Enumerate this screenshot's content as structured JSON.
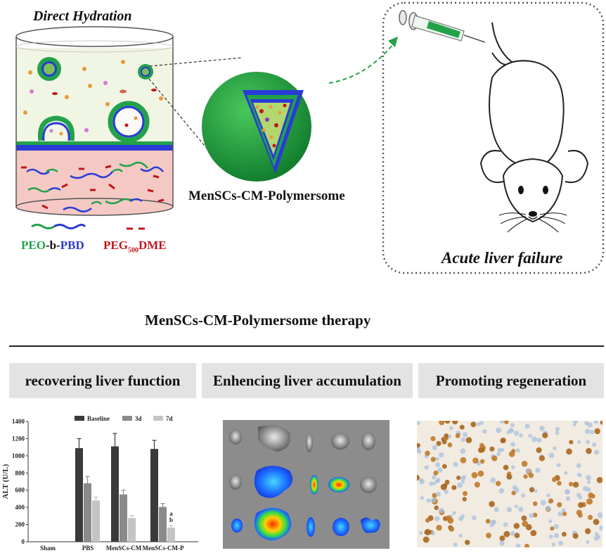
{
  "top": {
    "title": "Direct Hydration",
    "legend_copolymer_prefix": "PEO",
    "legend_copolymer_mid": "-b-",
    "legend_copolymer_suffix": "PBD",
    "legend_peg_prefix": "PEG",
    "legend_peg_sub": "500",
    "legend_peg_suffix": "DME",
    "polymersome_label": "MenSCs-CM-Polymersome",
    "mouse_label": "Acute liver failure"
  },
  "therapy": {
    "title": "MenSCs-CM-Polymersome therapy",
    "panels": [
      {
        "label": "recovering liver  function"
      },
      {
        "label": "Enhencing liver  accumulation"
      },
      {
        "label": "Promoting regeneration"
      }
    ]
  },
  "colors": {
    "polymer_green": "#22a24a",
    "polymer_blue": "#2a3bd6",
    "peg_red": "#c0141b",
    "gel_pink": "#f4c9c4",
    "vessel_fill": "#f1f5e4"
  },
  "chart_data": {
    "type": "bar",
    "ylabel": "ALT (U/L)",
    "ylim": [
      0,
      1400
    ],
    "yticks": [
      0,
      200,
      400,
      600,
      800,
      1000,
      1200,
      1400
    ],
    "categories": [
      "Sham",
      "PBS",
      "MenSCs-CM",
      "MenSCs-CM-P"
    ],
    "series": [
      {
        "name": "Baseline",
        "color": "#3a3a3a",
        "values": [
          null,
          1090,
          1110,
          1080
        ],
        "errors": [
          null,
          110,
          150,
          100
        ]
      },
      {
        "name": "3d",
        "color": "#8a8a8a",
        "values": [
          null,
          680,
          550,
          405
        ],
        "errors": [
          null,
          80,
          50,
          40
        ]
      },
      {
        "name": "7d",
        "color": "#c4c4c4",
        "values": [
          null,
          480,
          275,
          165
        ],
        "errors": [
          null,
          40,
          30,
          25
        ]
      }
    ],
    "annotations": [
      "a",
      "b"
    ],
    "legend": "top"
  }
}
